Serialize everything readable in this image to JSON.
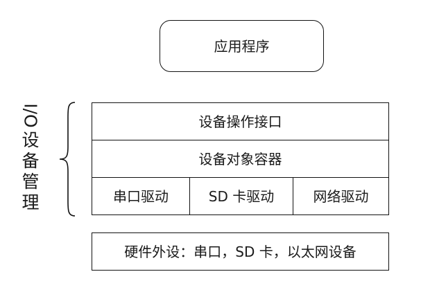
{
  "application": {
    "label": "应用程序"
  },
  "io_management": {
    "side_label_latin": "I/O",
    "side_label_cjk": [
      "设",
      "备",
      "管",
      "理"
    ],
    "ops_interface": "设备操作接口",
    "object_container": "设备对象容器",
    "drivers": [
      "串口驱动",
      "SD 卡驱动",
      "网络驱动"
    ]
  },
  "hardware": {
    "label": "硬件外设：串口，SD 卡，以太网设备"
  }
}
